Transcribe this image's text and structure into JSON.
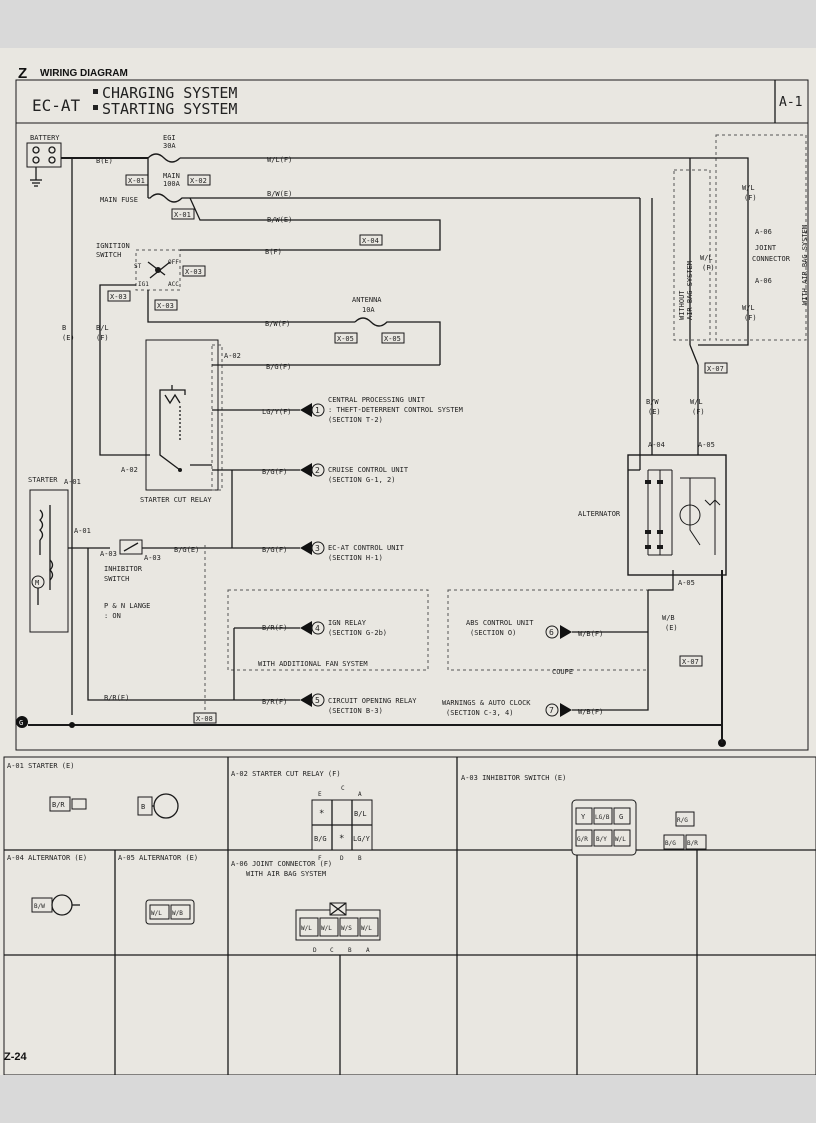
{
  "header": {
    "letter": "Z",
    "section": "WIRING DIAGRAM",
    "model": "EC-AT",
    "systems": [
      "CHARGING SYSTEM",
      "STARTING SYSTEM"
    ],
    "page_code": "A-1"
  },
  "components": {
    "battery": "BATTERY",
    "egi_fuse": [
      "EGI",
      "30A"
    ],
    "main_fuse_rating": [
      "MAIN",
      "100A"
    ],
    "main_fuse": "MAIN FUSE",
    "ignition_switch": [
      "IGNITION",
      "SWITCH"
    ],
    "antenna_fuse": [
      "ANTENNA",
      "10A"
    ],
    "starter": "STARTER",
    "starter_cut_relay": "STARTER CUT RELAY",
    "inhibitor_switch": [
      "INHIBITOR",
      "SWITCH"
    ],
    "pn_range": [
      "P & N LANGE",
      ": ON"
    ],
    "alternator": "ALTERNATOR",
    "joint_connector": [
      "JOINT",
      "CONNECTOR"
    ],
    "without_airbag": [
      "WITHOUT",
      "AIR BAG SYSTEM"
    ],
    "with_airbag": "WITH AIR BAG SYSTEM",
    "with_fan": "WITH ADDITIONAL FAN SYSTEM",
    "coupe": "COUPE",
    "ground": "G"
  },
  "ign_positions": {
    "st": "ST",
    "off": "OFF",
    "ig1": "IG1",
    "acc": "ACC"
  },
  "wires": {
    "b_e": "B(E)",
    "wl_f": "W/L(F)",
    "bw_e": "B/W(E)",
    "bw_e2": "B/W(E)",
    "b_f": "B(F)",
    "bw_f": "B/W(F)",
    "bg_f": "B/G(F)",
    "lgy_f": "LG/Y(F)",
    "bg_f2": "B/G(F)",
    "bg_e": "B/G(E)",
    "bg_f3": "B/G(F)",
    "br_f": "B/R(F)",
    "br_e": "B/R(E)",
    "br_f2": "B/R(F)",
    "wb_f": "W/B(F)",
    "wb_f2": "W/B(F)",
    "bl_f": [
      "B/L",
      "(F)"
    ],
    "b_e_v": [
      "B",
      "(E)"
    ],
    "bw_e_v": [
      "B/W",
      "(E)"
    ],
    "wl_f_v": [
      "W/L",
      "(F)"
    ],
    "wb_e_v": [
      "W/B",
      "(E)"
    ],
    "wl_a": [
      "W/L",
      "(F)"
    ],
    "wl_b": [
      "W/L",
      "(F)"
    ],
    "wl_c": [
      "W/L",
      "(F)"
    ]
  },
  "connectors": {
    "x01a": "X-01",
    "x02": "X-02",
    "x01b": "X-01",
    "x04": "X-04",
    "x03a": "X-03",
    "x03b": "X-03",
    "x03c": "X-03",
    "x05a": "X-05",
    "x05b": "X-05",
    "x07a": "X-07",
    "x07b": "X-07",
    "x08": "X-08",
    "a01a": "A-01",
    "a01b": "A-01",
    "a02a": "A-02",
    "a02b": "A-02",
    "a03a": "A-03",
    "a03b": "A-03",
    "a04": "A-04",
    "a05a": "A-05",
    "a05b": "A-05",
    "a06a": "A-06",
    "a06b": "A-06"
  },
  "destinations": [
    {
      "num": "1",
      "lines": [
        "CENTRAL PROCESSING UNIT",
        ": THEFT-DETERRENT CONTROL SYSTEM",
        "(SECTION T-2)"
      ]
    },
    {
      "num": "2",
      "lines": [
        "CRUISE CONTROL UNIT",
        "(SECTION G-1, 2)"
      ]
    },
    {
      "num": "3",
      "lines": [
        "EC-AT CONTROL UNIT",
        "(SECTION H-1)"
      ]
    },
    {
      "num": "4",
      "lines": [
        "IGN RELAY",
        "(SECTION G-2b)"
      ]
    },
    {
      "num": "5",
      "lines": [
        "CIRCUIT OPENING RELAY",
        "(SECTION B-3)"
      ]
    },
    {
      "num": "6",
      "lines": [
        "ABS CONTROL UNIT",
        "(SECTION O)"
      ]
    },
    {
      "num": "7",
      "lines": [
        "WARNINGS & AUTO CLOCK",
        "(SECTION C-3, 4)"
      ]
    }
  ],
  "connector_views": [
    {
      "title": "A-01 STARTER (E)",
      "pins": [
        "B/R",
        "B"
      ]
    },
    {
      "title": "A-02 STARTER CUT RELAY (F)",
      "pins": [
        "E",
        "C",
        "A",
        "B/L",
        "B/G",
        "LG/Y",
        "F",
        "D",
        "B"
      ]
    },
    {
      "title": "A-03 INHIBITOR SWITCH (E)",
      "pins": [
        "Y",
        "LG/B",
        "G",
        "G/R",
        "B/Y",
        "W/L",
        "R/G",
        "B/G",
        "B/R"
      ]
    },
    {
      "title": "A-04 ALTERNATOR (E)",
      "pins": [
        "B/W"
      ]
    },
    {
      "title": "A-05 ALTERNATOR (E)",
      "pins": [
        "W/L",
        "W/B"
      ]
    },
    {
      "title": "A-06 JOINT CONNECTOR (F)",
      "subtitle": "WITH AIR BAG SYSTEM",
      "pins": [
        "W/L",
        "W/L",
        "W/S",
        "W/L",
        "D",
        "C",
        "B",
        "A"
      ]
    }
  ],
  "footer": {
    "page": "Z-24"
  }
}
